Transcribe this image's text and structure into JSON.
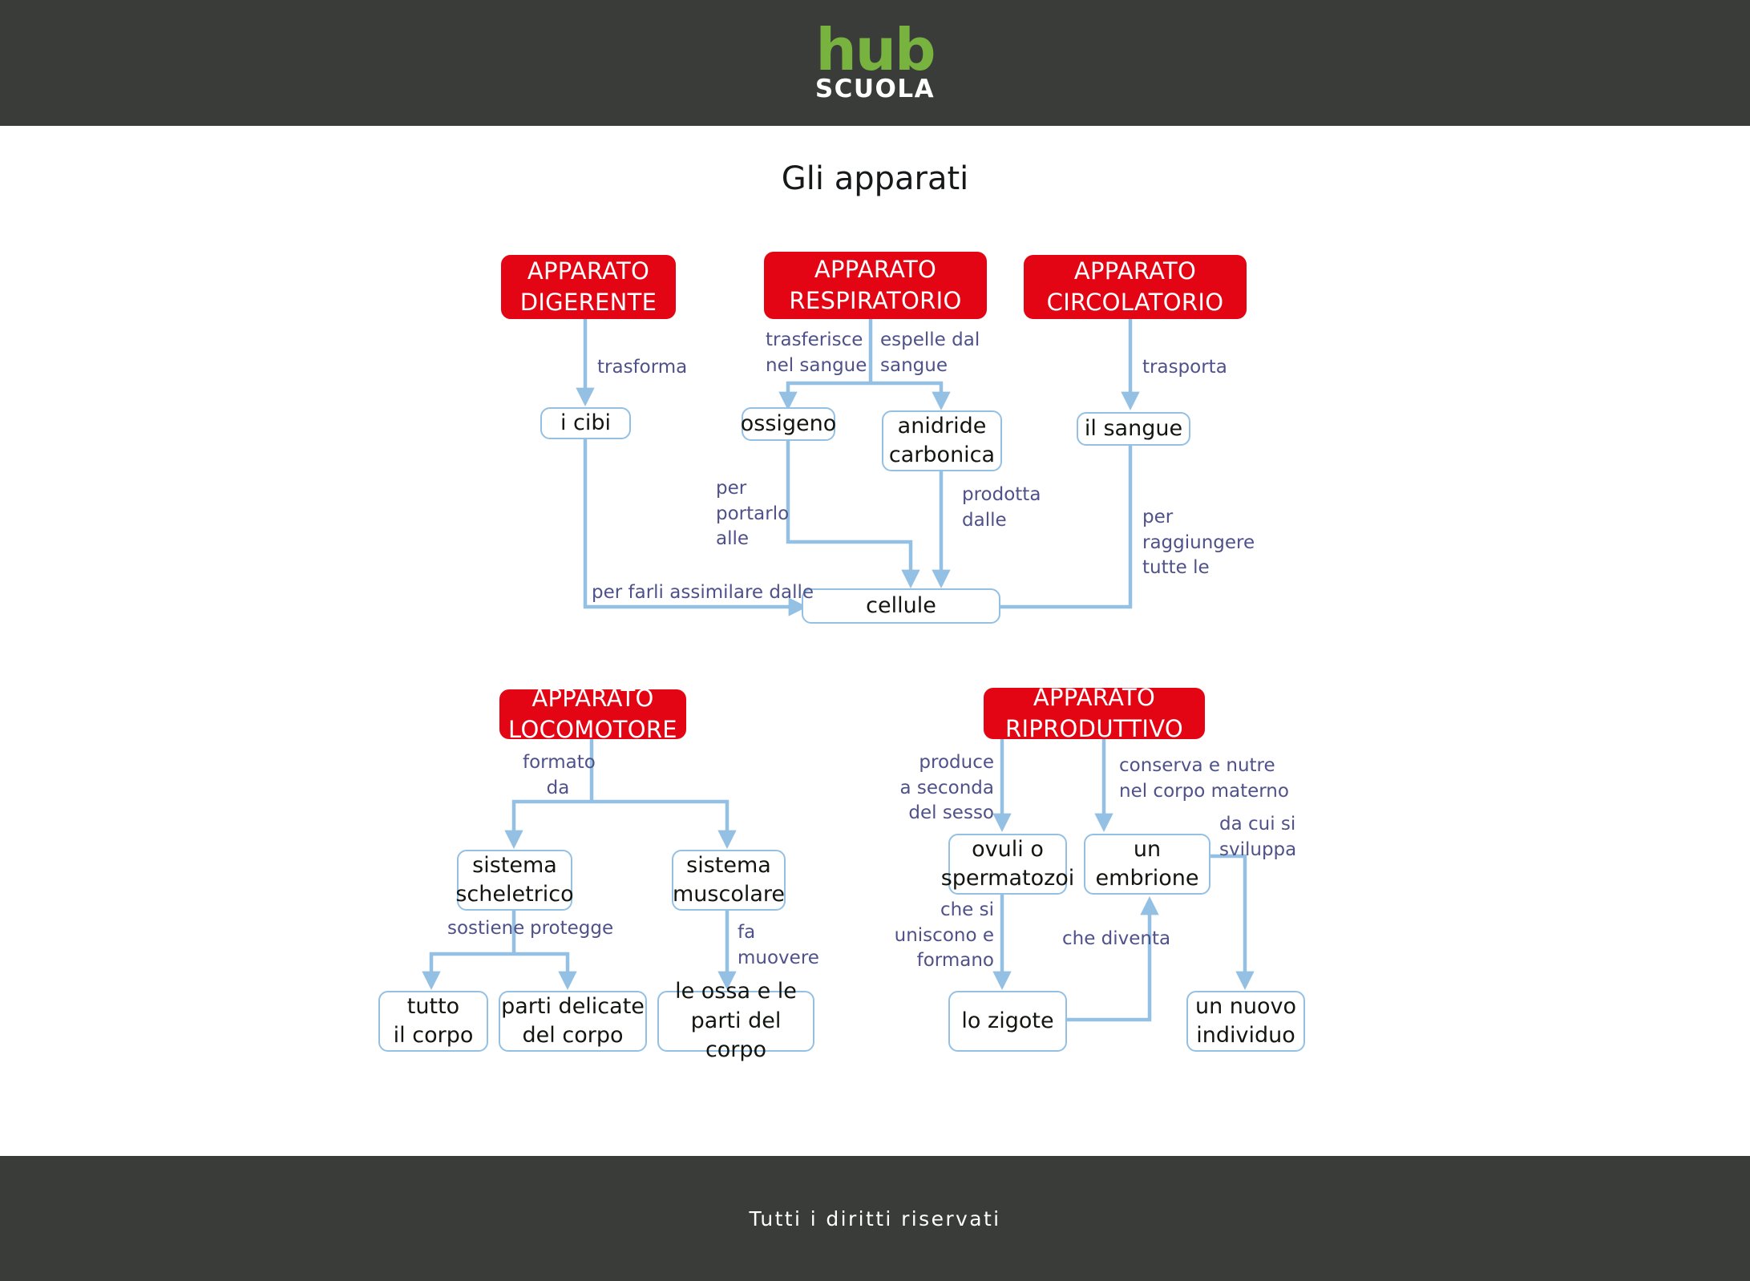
{
  "header": {
    "logo_primary": "hub",
    "logo_secondary": "SCUOLA",
    "brand_green": "#78b23f",
    "bar_color": "#3a3c39"
  },
  "footer": {
    "text": "Tutti i diritti riservati"
  },
  "page": {
    "title": "Gli apparati",
    "node_red": "#e30513",
    "node_border_blue": "#93c0e3",
    "edge_label_color": "#4f5189"
  },
  "nodes": {
    "digerente": {
      "line1": "APPARATO",
      "line2": "DIGERENTE"
    },
    "respiratorio": {
      "line1": "APPARATO",
      "line2": "RESPIRATORIO"
    },
    "circolatorio": {
      "line1": "APPARATO",
      "line2": "CIRCOLATORIO"
    },
    "locomotore": {
      "line1": "APPARATO",
      "line2": "LOCOMOTORE"
    },
    "riproduttivo": {
      "line1": "APPARATO",
      "line2": "RIPRODUTTIVO"
    },
    "cibi": {
      "line1": "i cibi"
    },
    "ossigeno": {
      "line1": "ossigeno"
    },
    "anidride": {
      "line1": "anidride",
      "line2": "carbonica"
    },
    "sangue": {
      "line1": "il sangue"
    },
    "cellule": {
      "line1": "cellule"
    },
    "scheletrico": {
      "line1": "sistema",
      "line2": "scheletrico"
    },
    "muscolare": {
      "line1": "sistema",
      "line2": "muscolare"
    },
    "tutto_corpo": {
      "line1": "tutto",
      "line2": "il corpo"
    },
    "parti_delicate": {
      "line1": "parti delicate",
      "line2": "del corpo"
    },
    "ossa_parti": {
      "line1": "le ossa e le",
      "line2": "parti del corpo"
    },
    "ovuli": {
      "line1": "ovuli o",
      "line2": "spermatozoi"
    },
    "embrione": {
      "line1": "un embrione"
    },
    "zigote": {
      "line1": "lo zigote"
    },
    "nuovo_individuo": {
      "line1": "un nuovo",
      "line2": "individuo"
    }
  },
  "edges": {
    "trasforma": "trasforma",
    "trasferisce": "trasferisce\nnel sangue",
    "espelle": "espelle dal\nsangue",
    "trasporta": "trasporta",
    "per_portarlo": "per\nportarlo\nalle",
    "prodotta": "prodotta\ndalle",
    "per_raggiungere": "per\nraggiungere\ntutte le",
    "per_farli": "per farli assimilare dalle",
    "formato_da": "formato\nda",
    "sostiene": "sostiene",
    "protegge": "protegge",
    "fa_muovere": "fa\nmuovere",
    "produce": "produce\na seconda\ndel sesso",
    "conserva": "conserva e nutre\nnel corpo materno",
    "da_cui_si": "da cui si\nsviluppa",
    "che_si_uniscono": "che si\nuniscono e\nformano",
    "che_diventa": "che diventa"
  }
}
